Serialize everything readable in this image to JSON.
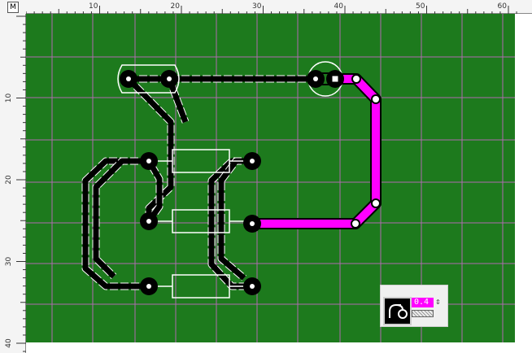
{
  "app": {
    "rulers": {
      "unit_button": "M",
      "horizontal_ticks": [
        "10",
        "20",
        "30",
        "40",
        "50",
        "60"
      ],
      "vertical_ticks": [
        "10",
        "20",
        "30",
        "40"
      ]
    },
    "colors": {
      "board": "#1d7a1d",
      "grid": "#b06ab0",
      "trace": "#000000",
      "selected_trace": "#ff00ff",
      "pad_center": "#ffffff",
      "outline": "#ffffff"
    },
    "components": [
      {
        "type": "jumper-link",
        "pins": 2
      },
      {
        "type": "connector-pad",
        "pins": 1,
        "highlighted": true
      },
      {
        "type": "resistor",
        "pins": 2
      },
      {
        "type": "resistor",
        "pins": 2
      },
      {
        "type": "resistor",
        "pins": 2
      }
    ],
    "tool_palette": {
      "tool_icon": "trace-route-icon",
      "trace_width": "0.4",
      "spin_glyph": "⇕"
    }
  }
}
